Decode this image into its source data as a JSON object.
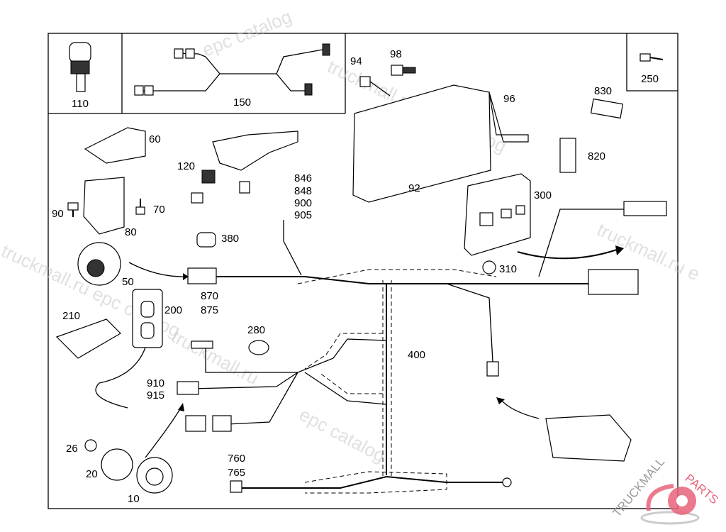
{
  "labels": {
    "p110": "110",
    "p150": "150",
    "p250": "250",
    "p60": "60",
    "p94": "94",
    "p98": "98",
    "p96": "96",
    "p830": "830",
    "p820": "820",
    "p120": "120",
    "p846": "846",
    "p848": "848",
    "p900": "900",
    "p905": "905",
    "p92": "92",
    "p300": "300",
    "p90": "90",
    "p70": "70",
    "p80": "80",
    "p380": "380",
    "p50": "50",
    "p310": "310",
    "p870": "870",
    "p875": "875",
    "p210": "210",
    "p200": "200",
    "p280": "280",
    "p400": "400",
    "p910": "910",
    "p915": "915",
    "p26": "26",
    "p20": "20",
    "p10": "10",
    "p760": "760",
    "p765": "765"
  },
  "watermark": {
    "w1": "epc catalog",
    "w2": "truckmall.ru epc catalog",
    "w3": "truckmall.ru",
    "w4": "epc catalog",
    "w5": "truckmall.ru epc catalog",
    "w6": "truckmall.ru e"
  },
  "logo": {
    "text_a": "TRUCKMALL",
    "text_b": "PARTS",
    "color": "#e8637a"
  }
}
